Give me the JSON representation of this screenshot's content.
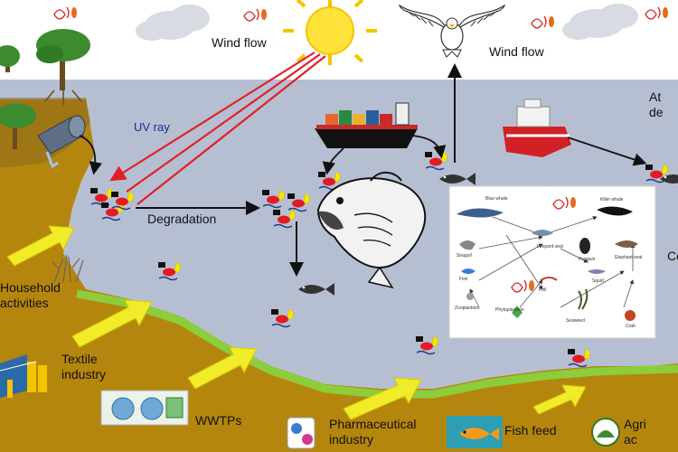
{
  "labels": {
    "wind_flow_left": "Wind flow",
    "wind_flow_right": "Wind flow",
    "uv_ray": "UV ray",
    "degradation": "Degradation",
    "household": "Household\nactivities",
    "textile": "Textile\nindustry",
    "wwtps": "WWTPs",
    "pharma": "Pharmaceutical\nindustry",
    "fish_feed": "Fish feed",
    "agri": "Agri\nac",
    "atmo": "At\nde",
    "co": "Co"
  },
  "foodweb": {
    "nodes": [
      "Blue whale",
      "Killer whale",
      "Seagull",
      "Leopard seal",
      "Penguin",
      "Elephant seal",
      "Fish",
      "Squid",
      "Zooplankton",
      "Krill",
      "Phytoplankton",
      "Seaweed",
      "Crab"
    ]
  },
  "colors": {
    "sky": "#ffffff",
    "water": "#b6bfd2",
    "land": "#b5860e",
    "grass": "#8ccd3c",
    "arrow": "#f1ec2a",
    "uv": "#e21f26",
    "particle_red": "#e31b23",
    "particle_yellow": "#f7e600"
  },
  "icons": [
    "sun-icon",
    "cloud-icon",
    "eagle-icon",
    "cargo-ship-icon",
    "icebreaker-ship-icon",
    "fish-icon",
    "bass-fish-icon",
    "tree-icon",
    "pipe-icon",
    "factory-icon",
    "wwtp-icon",
    "pills-icon",
    "fish-feed-icon",
    "agriculture-icon",
    "microplastic-icon",
    "dead-bush-icon"
  ]
}
